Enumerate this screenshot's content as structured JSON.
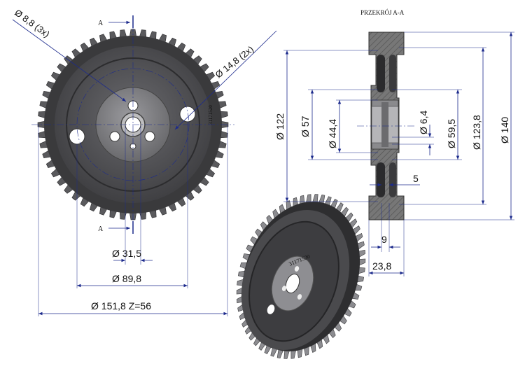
{
  "section_title": "PRZEKRÓJ A-A",
  "section_marks": {
    "top": "A",
    "bottom": "A"
  },
  "gear_marking": "31171520",
  "front_view_dims": {
    "hole_small": "Ø 8,8 (3x)",
    "hole_large": "Ø 14,8 (2x)",
    "bore": "Ø 31,5",
    "hole_circle": "Ø 89,8",
    "outer": "Ø 151,8  Z=56"
  },
  "section_dims": {
    "d122": "Ø 122",
    "d57": "Ø 57",
    "d44_4": "Ø 44,4",
    "d6_4": "Ø 6,4",
    "d59_5": "Ø 59,5",
    "d123_8": "Ø 123,8",
    "d140": "Ø 140",
    "w5": "5",
    "w9": "9",
    "w23_8": "23,8"
  },
  "colors": {
    "gear_dark": "#3a3a3c",
    "gear_mid": "#5a5a5d",
    "gear_light": "#8c8c90",
    "dim_line": "#1c2a8c",
    "section_fill": "#6a6a6d"
  }
}
